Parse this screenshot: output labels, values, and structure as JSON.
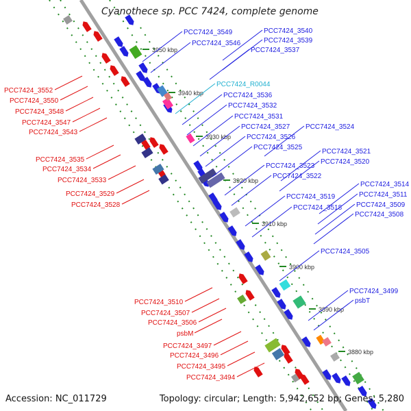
{
  "title": "Cyanothece sp. PCC 7424, complete genome",
  "accession": "Accession: NC_011729",
  "summary": "Topology: circular; Length: 5,942,652 bp; Genes: 5,280",
  "scale_labels": [
    "3950 kbp",
    "3940 kbp",
    "3930 kbp",
    "3920 kbp",
    "3910 kbp",
    "3900 kbp",
    "3890 kbp",
    "3880 kbp"
  ],
  "right_labels": [
    "PCC7424_3549",
    "PCC7424_3546",
    "PCC7424_3540",
    "PCC7424_3539",
    "PCC7424_3537",
    "PCC7424_R0044",
    "PCC7424_3536",
    "PCC7424_3532",
    "PCC7424_3531",
    "PCC7424_3527",
    "PCC7424_3524",
    "PCC7424_3526",
    "PCC7424_3525",
    "PCC7424_3521",
    "PCC7424_3520",
    "PCC7424_3523",
    "PCC7424_3522",
    "PCC7424_3514",
    "PCC7424_3511",
    "PCC7424_3519",
    "PCC7424_3518",
    "PCC7424_3509",
    "PCC7424_3508",
    "PCC7424_3505",
    "PCC7424_3499",
    "psbT"
  ],
  "left_labels": [
    "PCC7424_3552",
    "PCC7424_3550",
    "PCC7424_3548",
    "PCC7424_3547",
    "PCC7424_3543",
    "PCC7424_3535",
    "PCC7424_3534",
    "PCC7424_3533",
    "PCC7424_3529",
    "PCC7424_3528",
    "PCC7424_3510",
    "PCC7424_3507",
    "PCC7424_3506",
    "psbM",
    "PCC7424_3497",
    "PCC7424_3496",
    "PCC7424_3495",
    "PCC7424_3494"
  ],
  "colors": {
    "forward": "#2020e0",
    "reverse": "#e01010",
    "rna": "#20b0d0",
    "backbone": "#a0a0a0",
    "scale_tick": "#228822"
  }
}
